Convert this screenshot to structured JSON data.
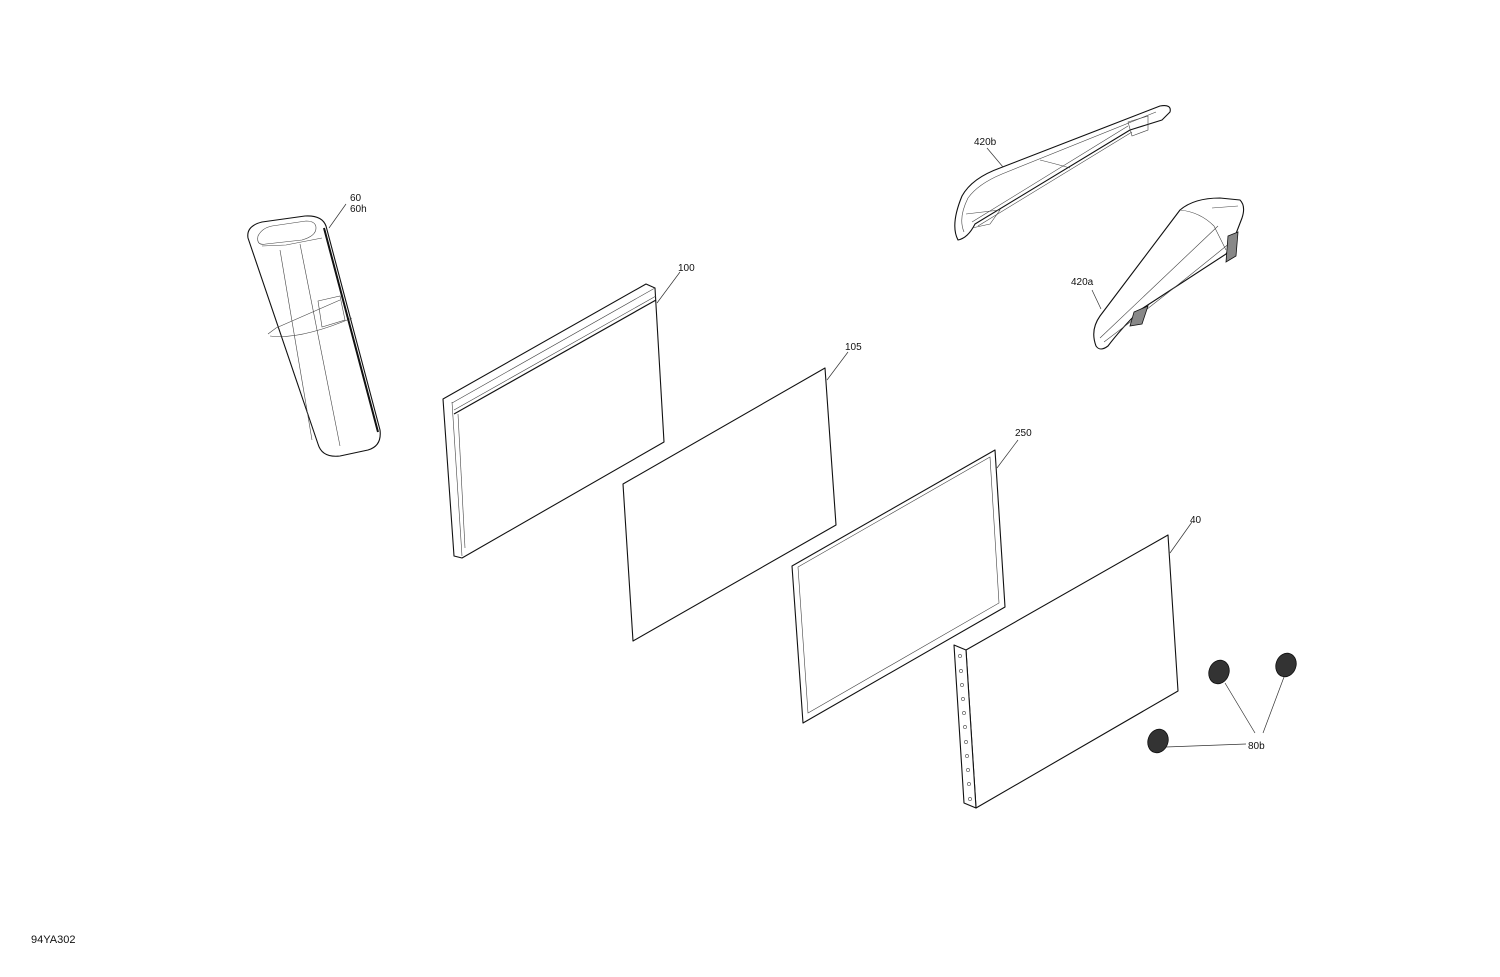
{
  "diagram": {
    "type": "exploded-parts-view",
    "reference_code": "94YA302",
    "parts": [
      {
        "id": "60",
        "labels": [
          "60",
          "60h"
        ],
        "description": "cylindrical sleeve / tube holder"
      },
      {
        "id": "420b",
        "labels": [
          "420b"
        ],
        "description": "curved trim handle (open frame)"
      },
      {
        "id": "420a",
        "labels": [
          "420a"
        ],
        "description": "curved trim handle cover"
      },
      {
        "id": "100",
        "labels": [
          "100"
        ],
        "description": "thick panel with top ridge"
      },
      {
        "id": "105",
        "labels": [
          "105"
        ],
        "description": "thin sheet"
      },
      {
        "id": "250",
        "labels": [
          "250"
        ],
        "description": "framed gasket sheet"
      },
      {
        "id": "40",
        "labels": [
          "40"
        ],
        "description": "panel with perforated edge strip (11 holes)"
      },
      {
        "id": "80b",
        "labels": [
          "80b"
        ],
        "description": "round knurled caps",
        "quantity_shown": 3
      }
    ],
    "colors": {
      "line": "#111111",
      "background": "#ffffff",
      "leader": "#333333"
    }
  }
}
